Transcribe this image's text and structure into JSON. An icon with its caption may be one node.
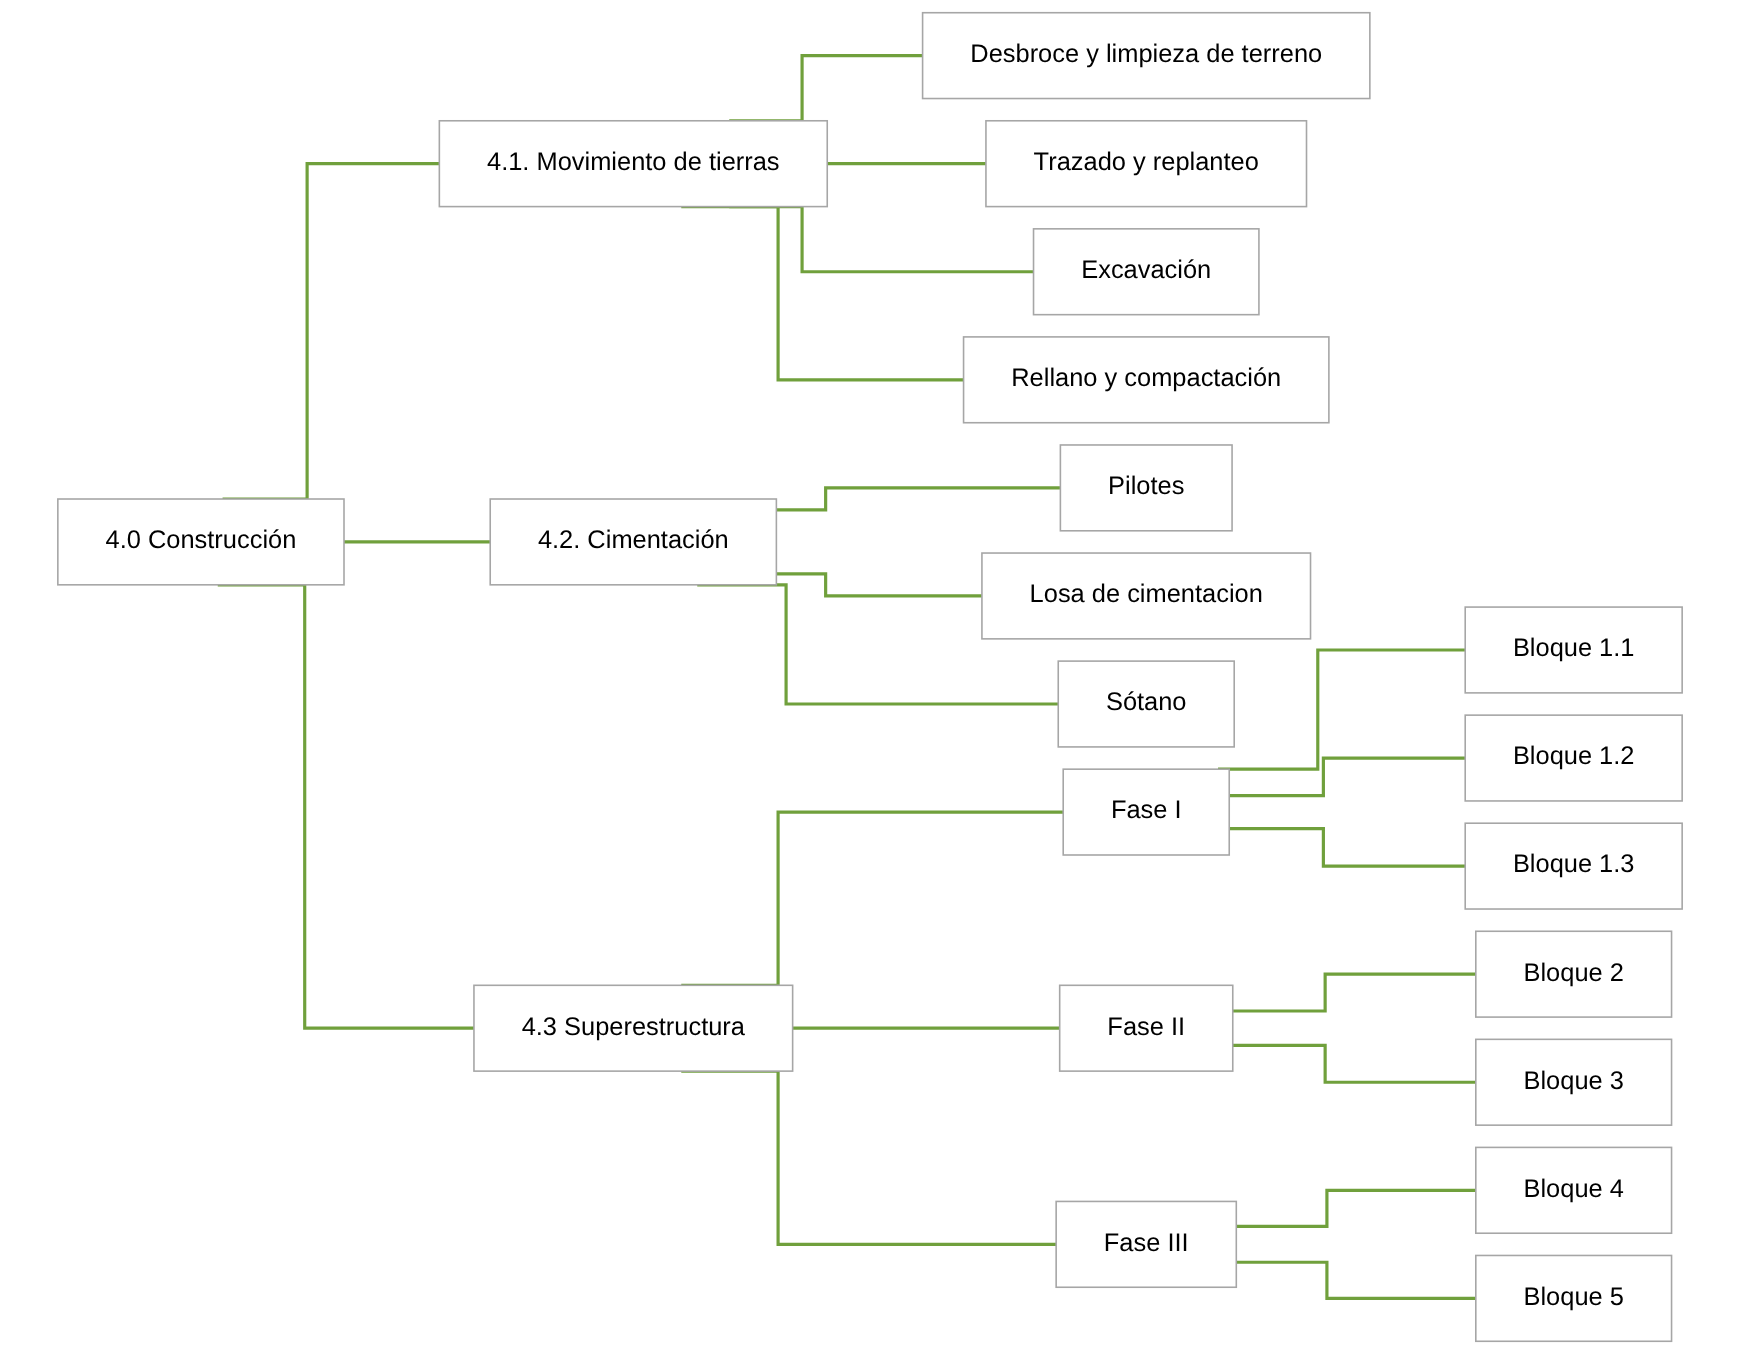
{
  "diagram": {
    "nodes": [
      {
        "text": [
          "4.0 Construcción"
        ]
      },
      {
        "text": [
          "4.1. Movimiento de tierras"
        ]
      },
      {
        "text": [
          "Desbroce y limpieza de terreno"
        ]
      },
      {
        "text": [
          "Trazado y replanteo"
        ]
      },
      {
        "text": [
          "Excavación"
        ]
      },
      {
        "text": [
          "Rellano y compactación"
        ]
      },
      {
        "text": [
          "4.2. Cimentación"
        ]
      },
      {
        "text": [
          "Pilotes"
        ]
      },
      {
        "text": [
          "Losa de cimentacion"
        ]
      },
      {
        "text": [
          "Sótano"
        ]
      },
      {
        "text": [
          "4.3 Superestructura"
        ]
      },
      {
        "text": [
          "Fase I"
        ]
      },
      {
        "text": [
          "Bloque 1.1"
        ]
      },
      {
        "text": [
          "Bloque 1.2"
        ]
      },
      {
        "text": [
          "Bloque 1.3"
        ]
      },
      {
        "text": [
          "Fase II"
        ]
      },
      {
        "text": [
          "Bloque 2"
        ]
      },
      {
        "text": [
          "Bloque 3"
        ]
      },
      {
        "text": [
          "Fase III"
        ]
      },
      {
        "text": [
          "Bloque 4"
        ]
      },
      {
        "text": [
          "Bloque 5"
        ]
      }
    ],
    "edges": [
      {
        "from": 0,
        "to": 1,
        "arrow": "none"
      },
      {
        "from": 1,
        "to": 2,
        "arrow": "none"
      },
      {
        "from": 1,
        "to": 3,
        "arrow": "none"
      },
      {
        "from": 1,
        "to": 4,
        "arrow": "none"
      },
      {
        "from": 1,
        "to": 5,
        "arrow": "none"
      },
      {
        "from": 0,
        "to": 6,
        "arrow": "none"
      },
      {
        "from": 6,
        "to": 7,
        "arrow": "none"
      },
      {
        "from": 6,
        "to": 8,
        "arrow": "none"
      },
      {
        "from": 6,
        "to": 9,
        "arrow": "none"
      },
      {
        "from": 0,
        "to": 10,
        "arrow": "none"
      },
      {
        "from": 10,
        "to": 11,
        "arrow": "none"
      },
      {
        "from": 11,
        "to": 12,
        "arrow": "none"
      },
      {
        "from": 11,
        "to": 13,
        "arrow": "none"
      },
      {
        "from": 11,
        "to": 14,
        "arrow": "none"
      },
      {
        "from": 10,
        "to": 15,
        "arrow": "none"
      },
      {
        "from": 15,
        "to": 16,
        "arrow": "none"
      },
      {
        "from": 15,
        "to": 17,
        "arrow": "none"
      },
      {
        "from": 10,
        "to": 18,
        "arrow": "none"
      },
      {
        "from": 18,
        "to": 19,
        "arrow": "none"
      },
      {
        "from": 18,
        "to": 20,
        "arrow": "none"
      }
    ]
  }
}
